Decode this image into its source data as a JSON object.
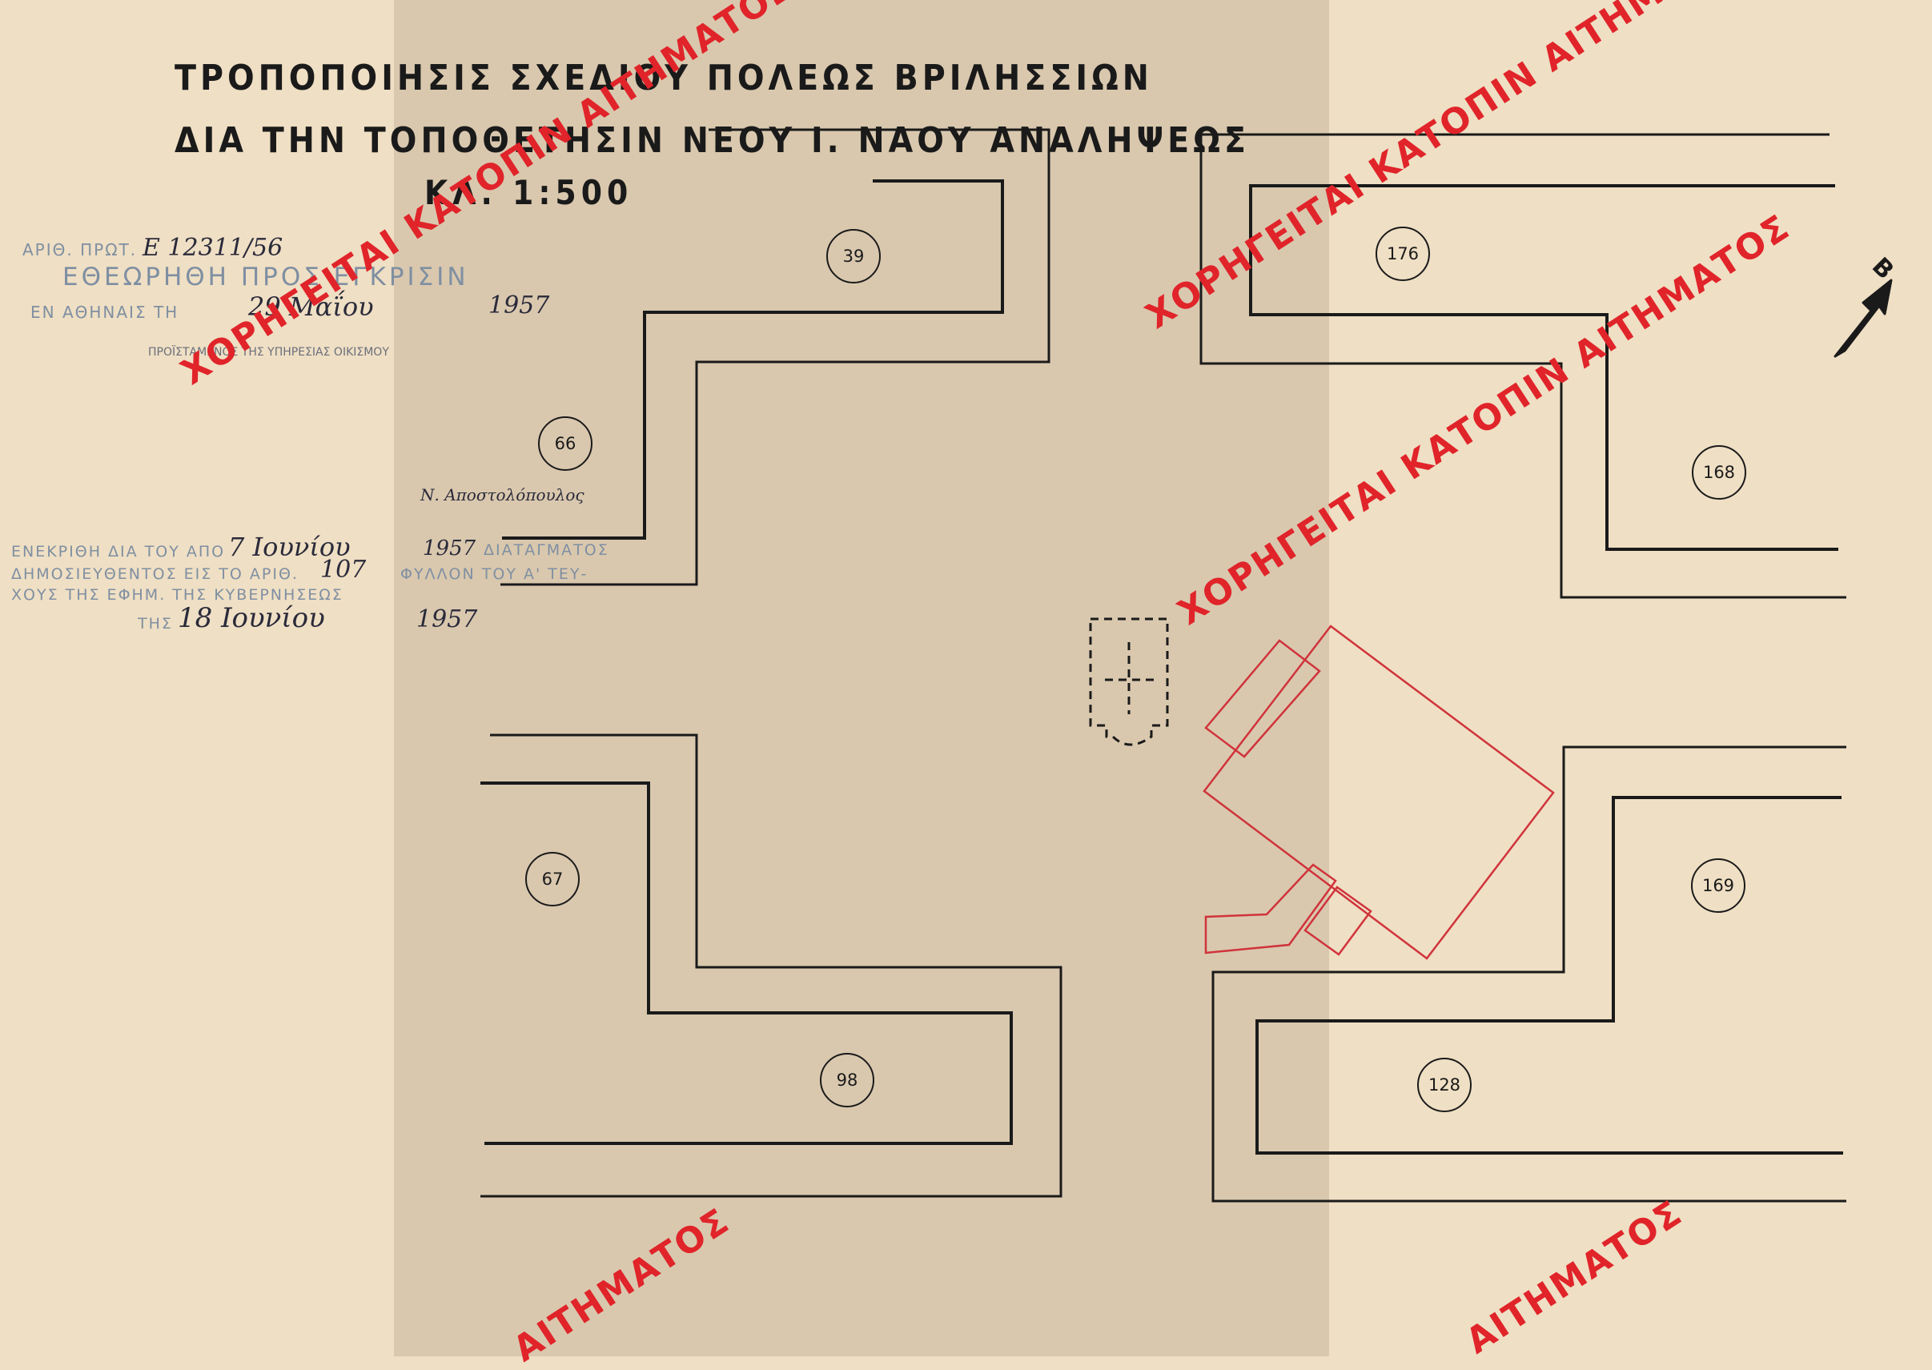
{
  "title": {
    "line1": "ΤΡΟΠΟΠΟΙΗΣΙΣ ΣΧΕΔΙΟΥ ΠΟΛΕΩΣ ΒΡΙΛΗΣΣΙΩΝ",
    "line2": "ΔΙΑ ΤΗΝ ΤΟΠΟΘΕΤΗΣΙΝ ΝΕΟΥ Ι. ΝΑΟΥ ΑΝΑΛΗΨΕΩΣ",
    "scale": "ΚΛ. 1:500"
  },
  "approval_stamp": {
    "protocol_label": "ΑΡΙΘ. ΠΡΩΤ.",
    "protocol_number": "Ε 12311/56",
    "reviewed": "ΕΘΕΩΡΗΘΗ ΠΡΟΣ ΕΓΚΡΙΣΙΝ",
    "place_label": "ΕΝ ΑΘΗΝΑΙΣ ΤΗ",
    "date": "29 Μαΐου",
    "year": "1957",
    "head_of_service": "ΠΡΟΪΣΤΑΜΕΝΟΣ ΤΗΣ ΥΠΗΡΕΣΙΑΣ ΟΙΚΙΣΜΟΥ",
    "signature": "Ν. Αποστολόπουλος"
  },
  "decree_stamp": {
    "line1_label": "ΕΝΕΚΡΙΘΗ ΔΙΑ ΤΟΥ ΑΠΟ",
    "line1_date": "7 Ιουνίου",
    "line1_year": "1957",
    "line1_tail": "ΔΙΑΤΑΓΜΑΤΟΣ",
    "line2_label": "ΔΗΜΟΣΙΕΥΘΕΝΤΟΣ ΕΙΣ ΤΟ ΑΡΙΘ.",
    "line2_number": "107",
    "line2_tail": "ΦΥΛΛΟΝ ΤΟΥ Α' ΤΕΥ-",
    "line3": "ΧΟΥΣ ΤΗΣ ΕΦΗΜ. ΤΗΣ ΚΥΒΕΡΝΗΣΕΩΣ",
    "line4_label": "ΤΗΣ",
    "line4_date": "18 Ιουνίου",
    "line4_year": "1957"
  },
  "plots": [
    "39",
    "66",
    "176",
    "168",
    "67",
    "98",
    "169",
    "128"
  ],
  "north_arrow": {
    "label": "Β",
    "icon": "north-arrow-icon"
  },
  "watermark": {
    "text": "ΧΟΡΗΓΕΙΤΑΙ ΚΑΤΟΠΙΝ ΑΙΤΗΜΑΤΟΣ",
    "fragment": "ΑΙΤΗΜΑΤΟΣ",
    "color": "#e0242a"
  },
  "colors": {
    "paper": "#efdfc4",
    "linework": "#1a1a1a",
    "proposed_church": "#d0333b",
    "stamp_ink": "#7f8fa2"
  }
}
